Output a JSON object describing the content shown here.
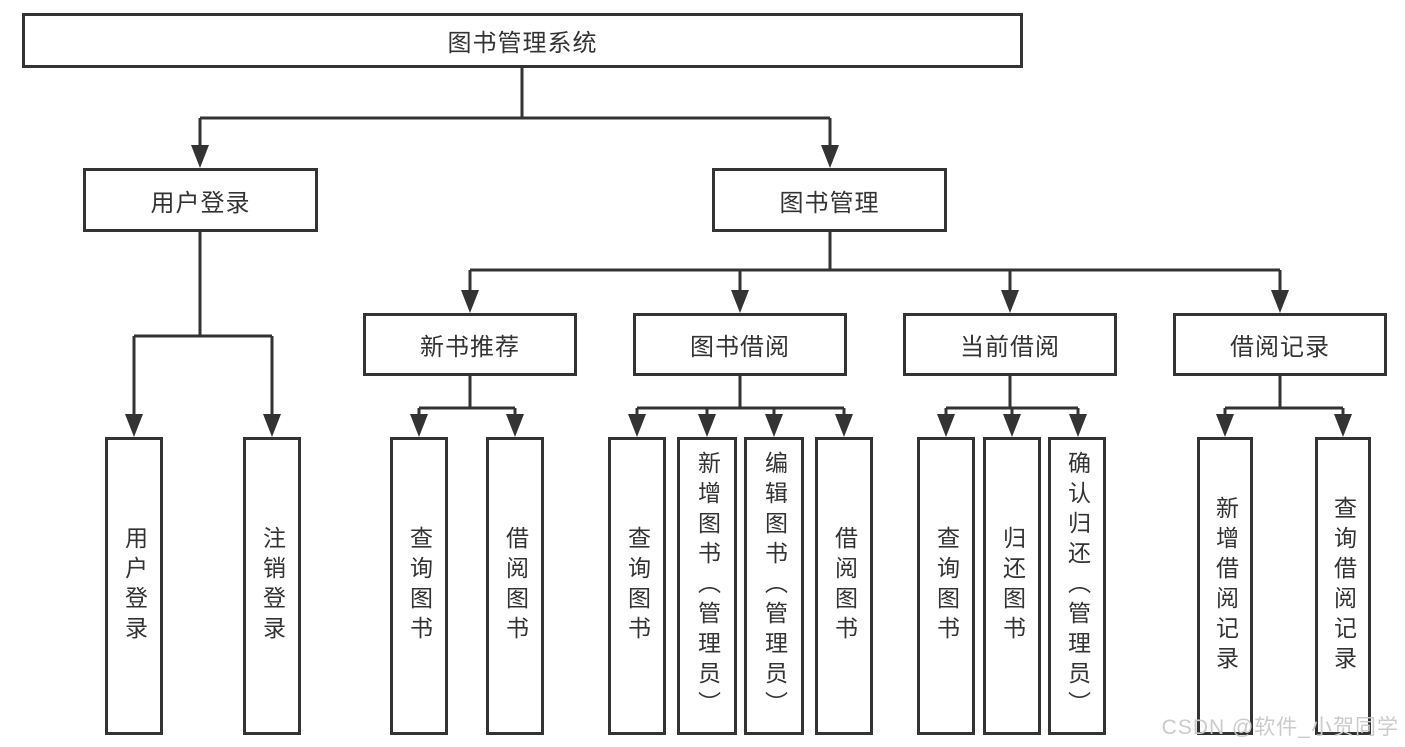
{
  "diagram": {
    "type": "hierarchy",
    "root": {
      "label": "图书管理系统",
      "children": [
        {
          "label": "用户登录",
          "children": [
            {
              "label": "用户登录"
            },
            {
              "label": "注销登录"
            }
          ]
        },
        {
          "label": "图书管理",
          "children": [
            {
              "label": "新书推荐",
              "children": [
                {
                  "label": "查询图书"
                },
                {
                  "label": "借阅图书"
                }
              ]
            },
            {
              "label": "图书借阅",
              "children": [
                {
                  "label": "查询图书"
                },
                {
                  "label": "新增图书（管理员）"
                },
                {
                  "label": "编辑图书（管理员）"
                },
                {
                  "label": "借阅图书"
                }
              ]
            },
            {
              "label": "当前借阅",
              "children": [
                {
                  "label": "查询图书"
                },
                {
                  "label": "归还图书"
                },
                {
                  "label": "确认归还（管理员）"
                }
              ]
            },
            {
              "label": "借阅记录",
              "children": [
                {
                  "label": "新增借阅记录"
                },
                {
                  "label": "查询借阅记录"
                }
              ]
            }
          ]
        }
      ]
    }
  },
  "watermark": {
    "text": "CSDN @软件_小贺同学"
  },
  "colors": {
    "line": "#333333",
    "text": "#333333",
    "background": "#ffffff",
    "watermark": "#cbcbcb"
  }
}
